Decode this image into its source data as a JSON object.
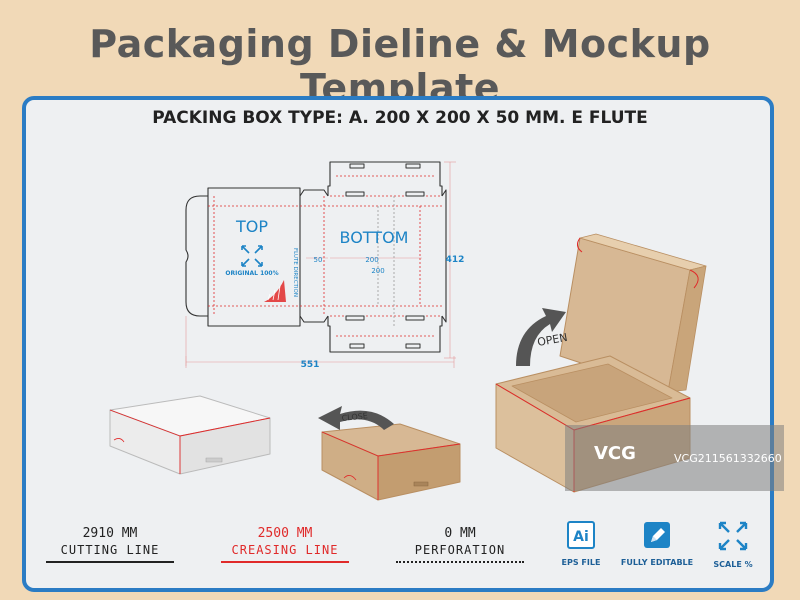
{
  "title": "Packaging Dieline & Mockup Template",
  "subtitle": "PACKING BOX TYPE: A. 200 X 200 X 50 MM.  E FLUTE",
  "dieline": {
    "top_label": "TOP",
    "bottom_label": "BOTTOM",
    "original_label": "ORIGINAL 100%",
    "flute_direction": "FLUTE DIRECTION",
    "dim_width_total": "551",
    "dim_height_total": "412",
    "dim_side": "50",
    "dim_bottom_width": "200",
    "dim_bottom_depth": "200"
  },
  "mockup": {
    "open_label": "OPEN",
    "close_label": "CLOSE"
  },
  "legend": [
    {
      "value": "2910 MM",
      "label": "CUTTING LINE",
      "color": "#222222",
      "style": "solid"
    },
    {
      "value": "2500 MM",
      "label": "CREASING LINE",
      "color": "#e02a2a",
      "style": "solid"
    },
    {
      "value": "0 MM",
      "label": "PERFORATION",
      "color": "#222222",
      "style": "dotted"
    }
  ],
  "features": [
    {
      "icon": "adobe-illustrator-icon",
      "glyph": "Ai",
      "label": "EPS FILE"
    },
    {
      "icon": "pen-edit-icon",
      "label": "FULLY EDITABLE"
    },
    {
      "icon": "scale-arrows-icon",
      "label": "SCALE %"
    }
  ],
  "watermark": {
    "logo": "VCG",
    "text": "VCG211561332660"
  },
  "colors": {
    "background": "#f1d9b7",
    "panel_border": "#2b7cc4",
    "blue_text": "#1d84c6",
    "crease": "#e02a2a",
    "kraft": "#d7b894",
    "kraft_dark": "#b98f62",
    "kraft_light": "#e7cfae"
  }
}
